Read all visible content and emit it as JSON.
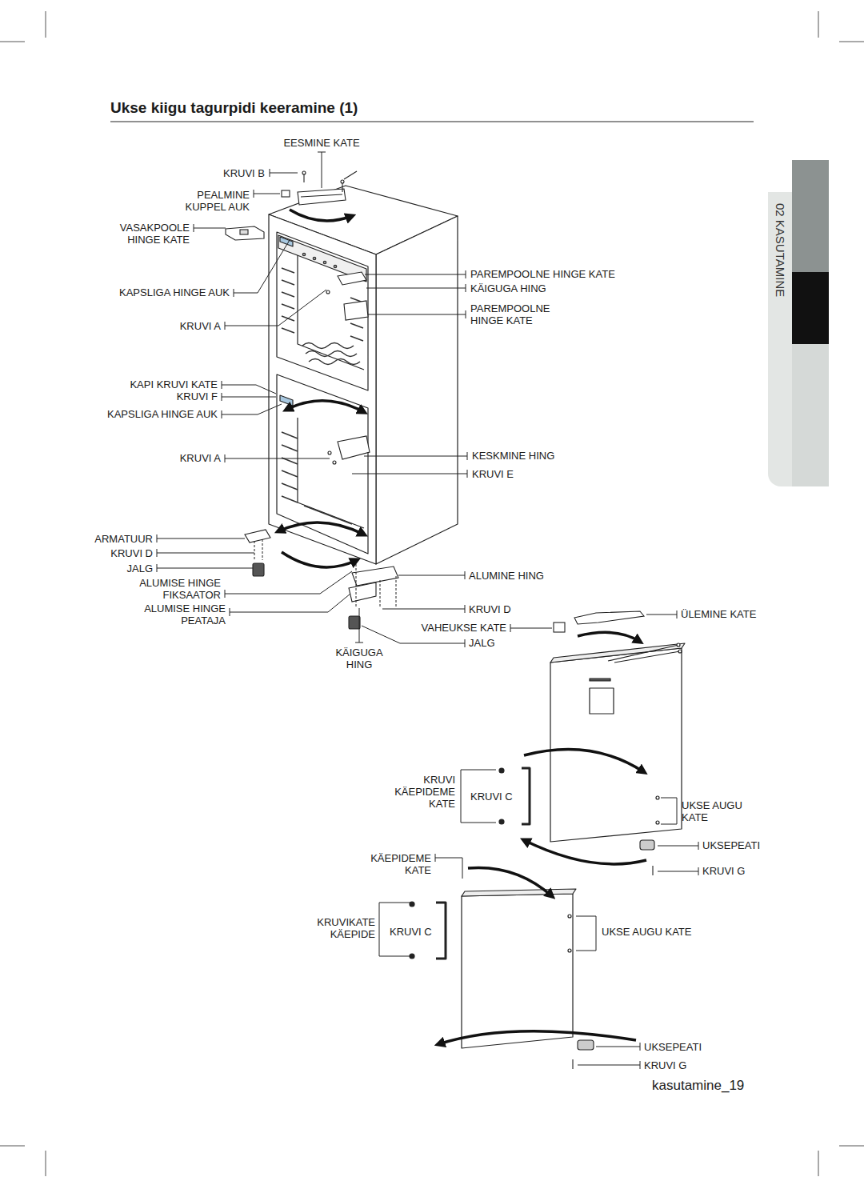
{
  "diagram": {
    "title": "Ukse kiigu tagurpidi keeramine (1)",
    "nodes": [
      {
        "text": [
          "02 KASUTAMINE"
        ]
      }
    ],
    "labels": [
      "EESMINE KATE",
      "KRUVI B",
      "PEALMINE KUPPEL AUK",
      "VASAKPOOLE HINGE KATE",
      "KAPSLIGA HINGE AUK",
      "KRUVI A",
      "PAREMPOOLNE HINGE KATE",
      "KÄIGUGA HING",
      "PAREMPOOLNE HINGE KATE",
      "KAPI KRUVI KATE",
      "KRUVI F",
      "KAPSLIGA HINGE AUK",
      "KRUVI A",
      "KESKMINE HING",
      "KRUVI E",
      "ARMATUUR",
      "KRUVI D",
      "JALG",
      "ALUMISE HINGE FIKSAATOR",
      "ALUMISE HINGE PEATAJA",
      "KÄIGUGA HING",
      "ALUMINE HING",
      "KRUVI D",
      "VAHEUKSE KATE",
      "JALG",
      "ÜLEMINE KATE",
      "KRUVI KÄEPIDEME KATE",
      "KRUVI C",
      "UKSE AUGU KATE",
      "UKSEPEATI",
      "KRUVI G",
      "KÄEPIDEME KATE",
      "KRUVIKATE KÄEPIDE",
      "KRUVI C",
      "UKSE AUGU KATE",
      "UKSEPEATI",
      "KRUVI G",
      "kasutamine_19"
    ]
  }
}
